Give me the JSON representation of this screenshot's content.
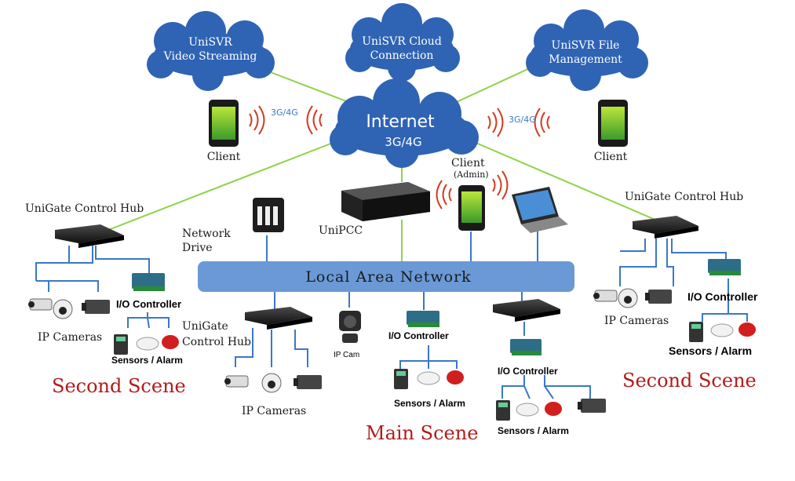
{
  "clouds": {
    "video_streaming": {
      "line1": "UniSVR",
      "line2": "Video Streaming"
    },
    "cloud_connection": {
      "line1": "UniSVR Cloud",
      "line2": "Connection"
    },
    "file_management": {
      "line1": "UniSVR File",
      "line2": "Management"
    }
  },
  "internet": {
    "title": "Internet",
    "subtitle": "3G/4G"
  },
  "signal_left": "3G/4G",
  "signal_right": "3G/4G",
  "client_left": "Client",
  "client_right": "Client",
  "client_admin": {
    "line1": "Client",
    "line2": "(Admin)"
  },
  "unipcc": "UniPCC",
  "network_drive": {
    "line1": "Network",
    "line2": "Drive"
  },
  "lan": "Local Area Network",
  "left_scene": {
    "hub": "UniGate Control Hub",
    "io": "I/O Controller",
    "cameras": "IP Cameras",
    "sensors": "Sensors / Alarm",
    "scene": "Second Scene"
  },
  "center_scene": {
    "hub": {
      "line1": "UniGate",
      "line2": "Control Hub"
    },
    "cameras": "IP Cameras",
    "ipcam": "IP Cam",
    "io": "I/O Controller",
    "sensors": "Sensors / Alarm",
    "io2": "I/O Controller",
    "sensors2": "Sensors / Alarm",
    "scene": "Main Scene"
  },
  "right_scene": {
    "hub": "UniGate Control Hub",
    "io": "I/O Controller",
    "cameras": "IP Cameras",
    "sensors": "Sensors / Alarm",
    "scene": "Second Scene"
  },
  "colors": {
    "cloud": "#2f63b4",
    "green_line": "#8ed34a",
    "blue_line": "#3a78c8",
    "lan_bar": "#6a99d6",
    "signal": "#d23b1f",
    "scene_text": "#b31b1b"
  }
}
